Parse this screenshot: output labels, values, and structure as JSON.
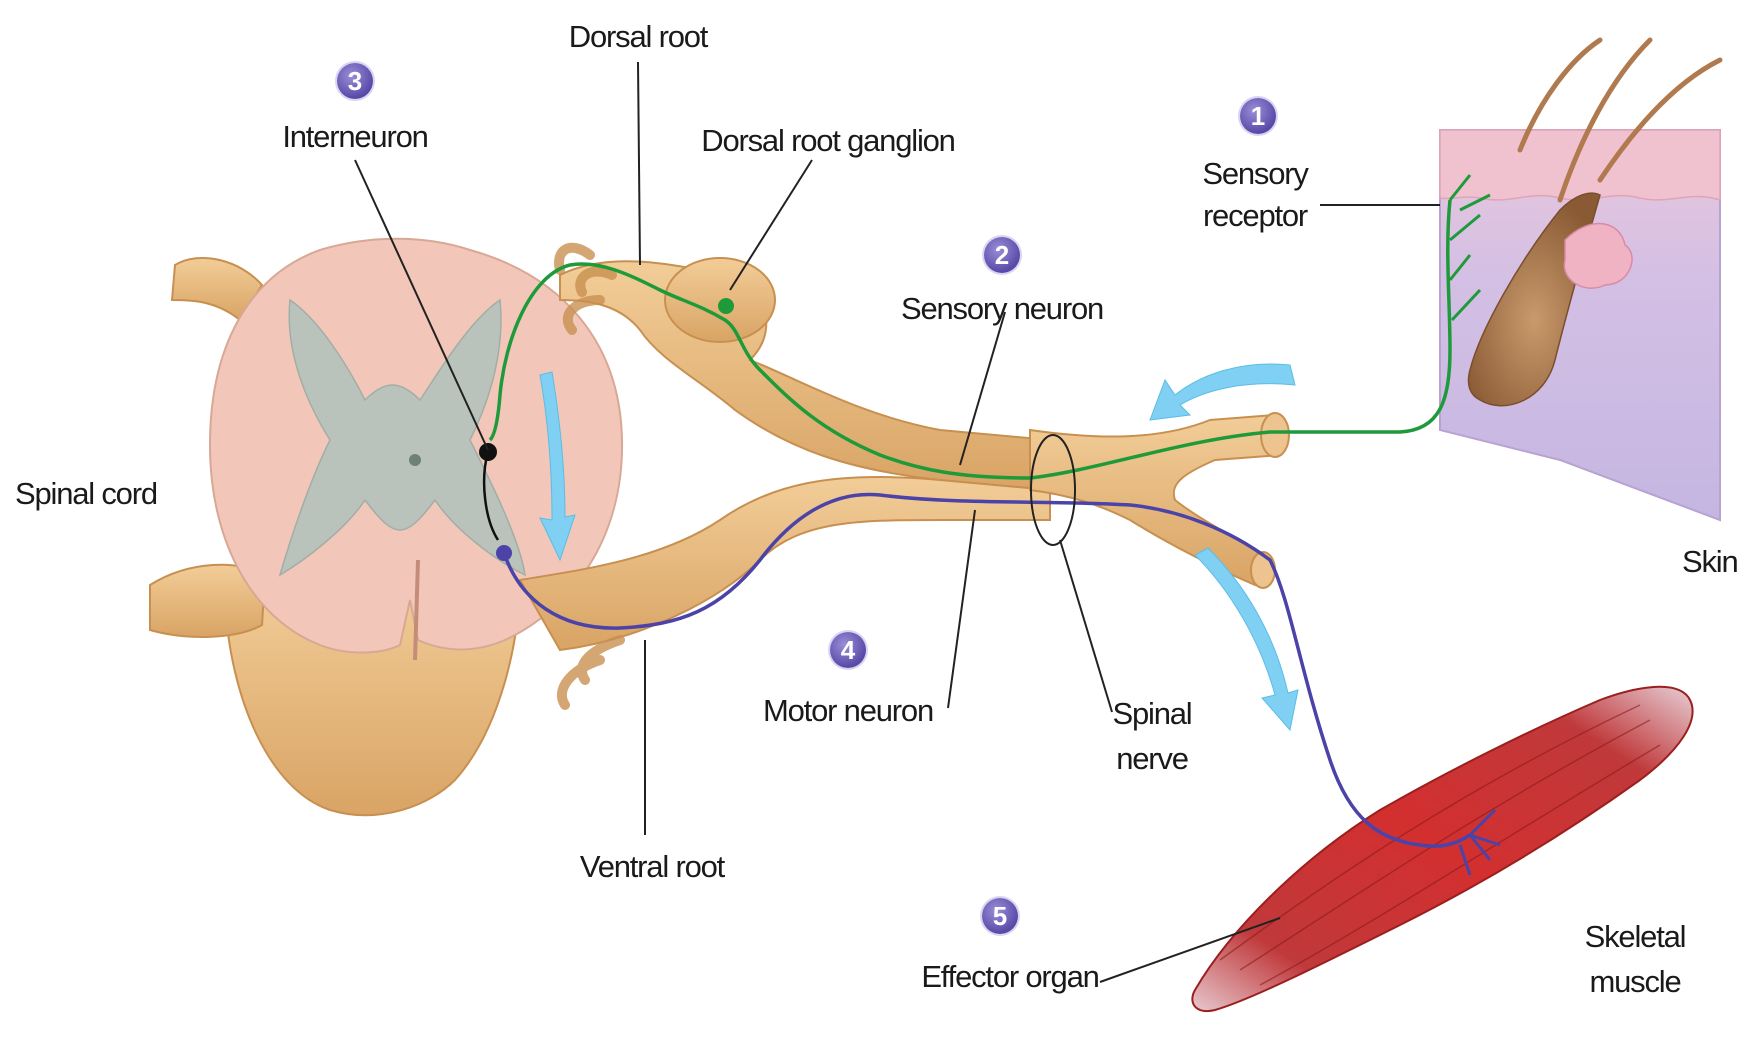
{
  "labels": {
    "dorsal_root": "Dorsal root",
    "interneuron": "Interneuron",
    "dorsal_root_ganglion": "Dorsal root ganglion",
    "sensory_receptor_line1": "Sensory",
    "sensory_receptor_line2": "receptor",
    "sensory_neuron": "Sensory neuron",
    "spinal_cord": "Spinal cord",
    "skin": "Skin",
    "motor_neuron": "Motor neuron",
    "spinal_nerve_line1": "Spinal",
    "spinal_nerve_line2": "nerve",
    "ventral_root": "Ventral root",
    "effector_organ": "Effector organ",
    "skeletal_muscle_line1": "Skeletal",
    "skeletal_muscle_line2": "muscle"
  },
  "steps": {
    "receptor": "1",
    "sensory": "2",
    "interneuron": "3",
    "motor": "4",
    "effector": "5"
  },
  "colors": {
    "nerve": "#e8b77a",
    "gray_matter": "#b9c3bb",
    "white_matter": "#f2c7b9",
    "sensory_neuron": "#1f9a3a",
    "motor_neuron": "#4b43a8",
    "arrow": "#7fd0f2",
    "badge": "#5a4aa8",
    "skin": "#cdb7e0",
    "muscle": "#c62828"
  }
}
